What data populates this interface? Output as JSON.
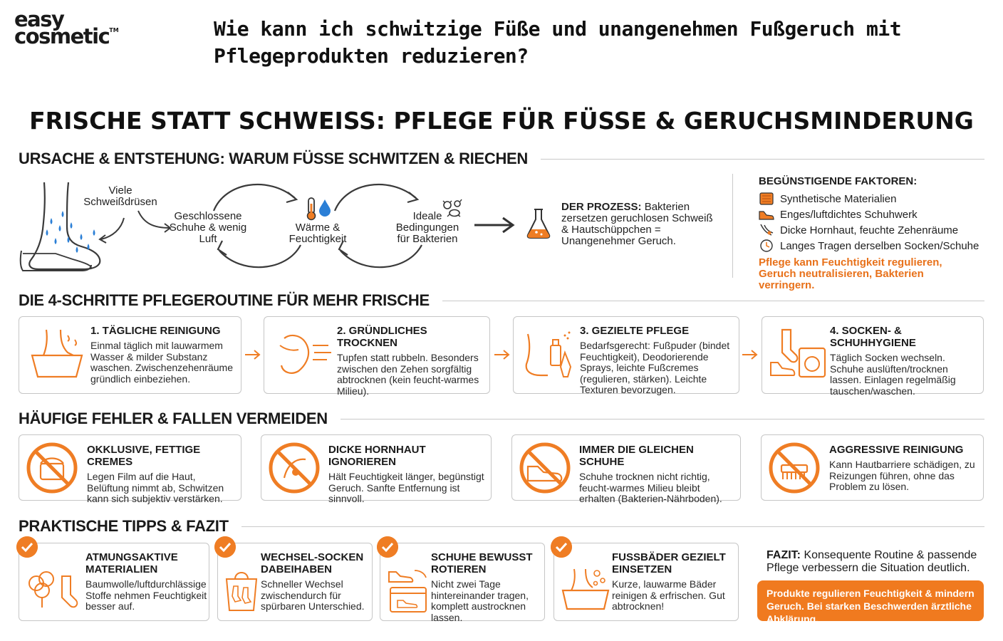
{
  "logo": {
    "line1": "easy",
    "line2": "cosmetic",
    "tm": "TM"
  },
  "question": "Wie kann ich schwitzige Füße und unangenehmen Fußgeruch mit Pflegeprodukten reduzieren?",
  "main_title": "FRISCHE STATT SCHWEISS: PFLEGE FÜR FÜSSE & GERUCHSMINDERUNG",
  "colors": {
    "accent": "#ef7d24",
    "text": "#1e1e1e",
    "border": "#c6c6c6",
    "water": "#2b7fd6"
  },
  "cause": {
    "heading": "URSACHE & ENTSTEHUNG: WARUM FÜSSE SCHWITZEN & RIECHEN",
    "glands": "Viele Schweißdrüsen",
    "shoes": "Geschlossene Schuhe & wenig Luft",
    "warmth": "Wärme & Feuchtigkeit",
    "bacteria": "Ideale Bedingungen für Bakterien",
    "process_label": "DER PROZESS:",
    "process_text": "Bakterien zersetzen geruchlosen Schweiß & Hautschüppchen = Unangenehmer Geruch.",
    "icons": [
      "foot-sweat-icon",
      "thermometer-icon",
      "water-drop-icon",
      "bacteria-icon",
      "flask-icon"
    ]
  },
  "factors": {
    "heading": "BEGÜNSTIGENDE FAKTOREN:",
    "items": [
      {
        "icon": "fabric-icon",
        "label": "Synthetische Materialien"
      },
      {
        "icon": "shoe-icon",
        "label": "Enges/luftdichtes Schuhwerk"
      },
      {
        "icon": "callus-foot-icon",
        "label": "Dicke Hornhaut, feuchte Zehenräume"
      },
      {
        "icon": "clock-icon",
        "label": "Langes Tragen derselben Socken/Schuhe"
      }
    ],
    "note": "Pflege kann Feuchtigkeit regulieren, Geruch neutralisieren, Bakterien verringern."
  },
  "routine": {
    "heading": "DIE 4-SCHRITTE PFLEGEROUTINE FÜR MEHR FRISCHE",
    "steps": [
      {
        "title": "1. TÄGLICHE REINIGUNG",
        "text": "Einmal täglich mit lauwarmem Wasser & milder Substanz waschen. Zwischenzehenräume gründlich einbeziehen.",
        "icon": "foot-bath-icon"
      },
      {
        "title": "2. GRÜNDLICHES TROCKNEN",
        "text": "Tupfen statt rubbeln. Besonders zwischen den Zehen sorgfältig abtrocknen (kein feucht-warmes Milieu).",
        "icon": "foot-dry-icon"
      },
      {
        "title": "3. GEZIELTE PFLEGE",
        "text": "Bedarfsgerecht: Fußpuder (bindet Feuchtigkeit), Deodorierende Sprays, leichte Fußcremes (regulieren, stärken). Leichte Texturen bevorzugen.",
        "icon": "foot-spray-icon"
      },
      {
        "title": "4. SOCKEN- & SCHUHHYGIENE",
        "text": "Täglich Socken wechseln. Schuhe auslüften/trocknen lassen. Einlagen regelmäßig tauschen/waschen.",
        "icon": "sock-washer-icon"
      }
    ]
  },
  "mistakes": {
    "heading": "HÄUFIGE FEHLER & FALLEN VERMEIDEN",
    "items": [
      {
        "title": "OKKLUSIVE, FETTIGE CREMES",
        "text": "Legen Film auf die Haut, Belüftung nimmt ab, Schwitzen kann sich subjektiv verstärken.",
        "icon": "no-cream-icon"
      },
      {
        "title": "DICKE HORNHAUT IGNORIEREN",
        "text": "Hält Feuchtigkeit länger, begünstigt Geruch. Sanfte Entfernung ist sinnvoll.",
        "icon": "no-callus-icon"
      },
      {
        "title": "IMMER DIE GLEICHEN SCHUHE",
        "text": "Schuhe trocknen nicht richtig, feucht-warmes Milieu bleibt erhalten (Bakterien-Nährboden).",
        "icon": "no-shoe-icon"
      },
      {
        "title": "AGGRESSIVE REINIGUNG",
        "text": "Kann Hautbarriere schädigen, zu Reizungen führen, ohne das Problem zu lösen.",
        "icon": "no-brush-icon"
      }
    ]
  },
  "tips": {
    "heading": "PRAKTISCHE TIPPS & FAZIT",
    "items": [
      {
        "title": "ATMUNGSAKTIVE MATERIALIEN",
        "text": "Baumwolle/luftdurchlässige Stoffe nehmen Feuchtigkeit besser auf.",
        "icon": "cotton-sock-icon"
      },
      {
        "title": "WECHSEL-SOCKEN DABEIHABEN",
        "text": "Schneller Wechsel zwischendurch für spürbaren Unterschied.",
        "icon": "bag-socks-icon"
      },
      {
        "title": "SCHUHE BEWUSST ROTIEREN",
        "text": "Nicht zwei Tage hintereinander tragen, komplett austrocknen lassen.",
        "icon": "calendar-shoe-icon"
      },
      {
        "title": "FUSSBÄDER GEZIELT EINSETZEN",
        "text": "Kurze, lauwarme Bäder reinigen & erfrischen. Gut abtrocknen!",
        "icon": "foot-bath-bubbles-icon"
      }
    ],
    "fazit_label": "FAZIT:",
    "fazit_text": "Konsequente Routine & passende Pflege verbessern die Situation deutlich.",
    "fazit_box": "Produkte regulieren Feuchtigkeit & mindern Geruch. Bei starken Beschwerden ärztliche Abklärung."
  }
}
